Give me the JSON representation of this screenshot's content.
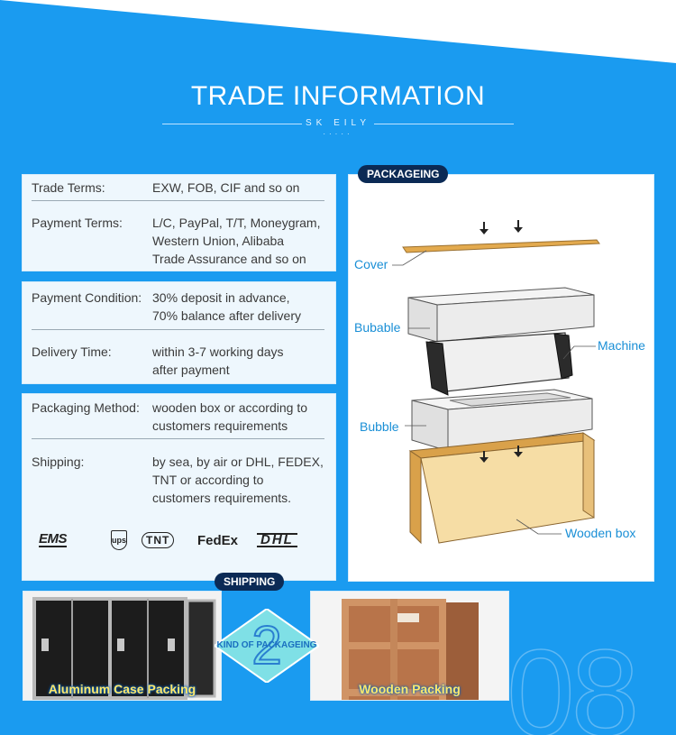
{
  "header": {
    "title": "TRADE INFORMATION",
    "brand": "SK EILY",
    "dots": "·····"
  },
  "trade": {
    "rows": [
      {
        "label": "Trade Terms:",
        "value": [
          "EXW, FOB, CIF and so on"
        ]
      },
      {
        "label": "Payment Terms:",
        "value": [
          "L/C, PayPal, T/T, Moneygram,",
          "Western Union, Alibaba",
          "Trade Assurance and so on"
        ]
      }
    ]
  },
  "payment": {
    "rows": [
      {
        "label": "Payment Condition:",
        "value": [
          "30% deposit in advance,",
          "70% balance after delivery"
        ]
      },
      {
        "label": "Delivery Time:",
        "value": [
          "within 3-7 working days",
          "after payment"
        ]
      }
    ]
  },
  "packaging": {
    "rows": [
      {
        "label": "Packaging Method:",
        "value": [
          "wooden box or according to",
          "customers requirements"
        ]
      },
      {
        "label": "Shipping:",
        "value": [
          "by sea, by air or DHL, FEDEX,",
          "TNT or according to",
          "customers requirements."
        ]
      }
    ],
    "carriers": [
      "EMS",
      "ups",
      "TNT",
      "FedEx",
      "DHL"
    ]
  },
  "packageing_panel": {
    "badge": "PACKAGEING",
    "labels": {
      "cover": "Cover",
      "bubable": "Bubable",
      "machine": "Machine",
      "bubble": "Bubble",
      "wooden_box": "Wooden box"
    }
  },
  "shipping": {
    "badge": "SHIPPING",
    "diamond_number": "2",
    "diamond_text": "KIND OF PACKAGEING",
    "photos": [
      {
        "label": "Aluminum Case Packing"
      },
      {
        "label": "Wooden Packing"
      }
    ],
    "watermark": "08"
  },
  "colors": {
    "background": "#1a9bf0",
    "badge": "#0b2a55",
    "diamond": "#7fe0e6",
    "label_blue": "#1a8fd6",
    "photo_label": "#ffe86a"
  }
}
